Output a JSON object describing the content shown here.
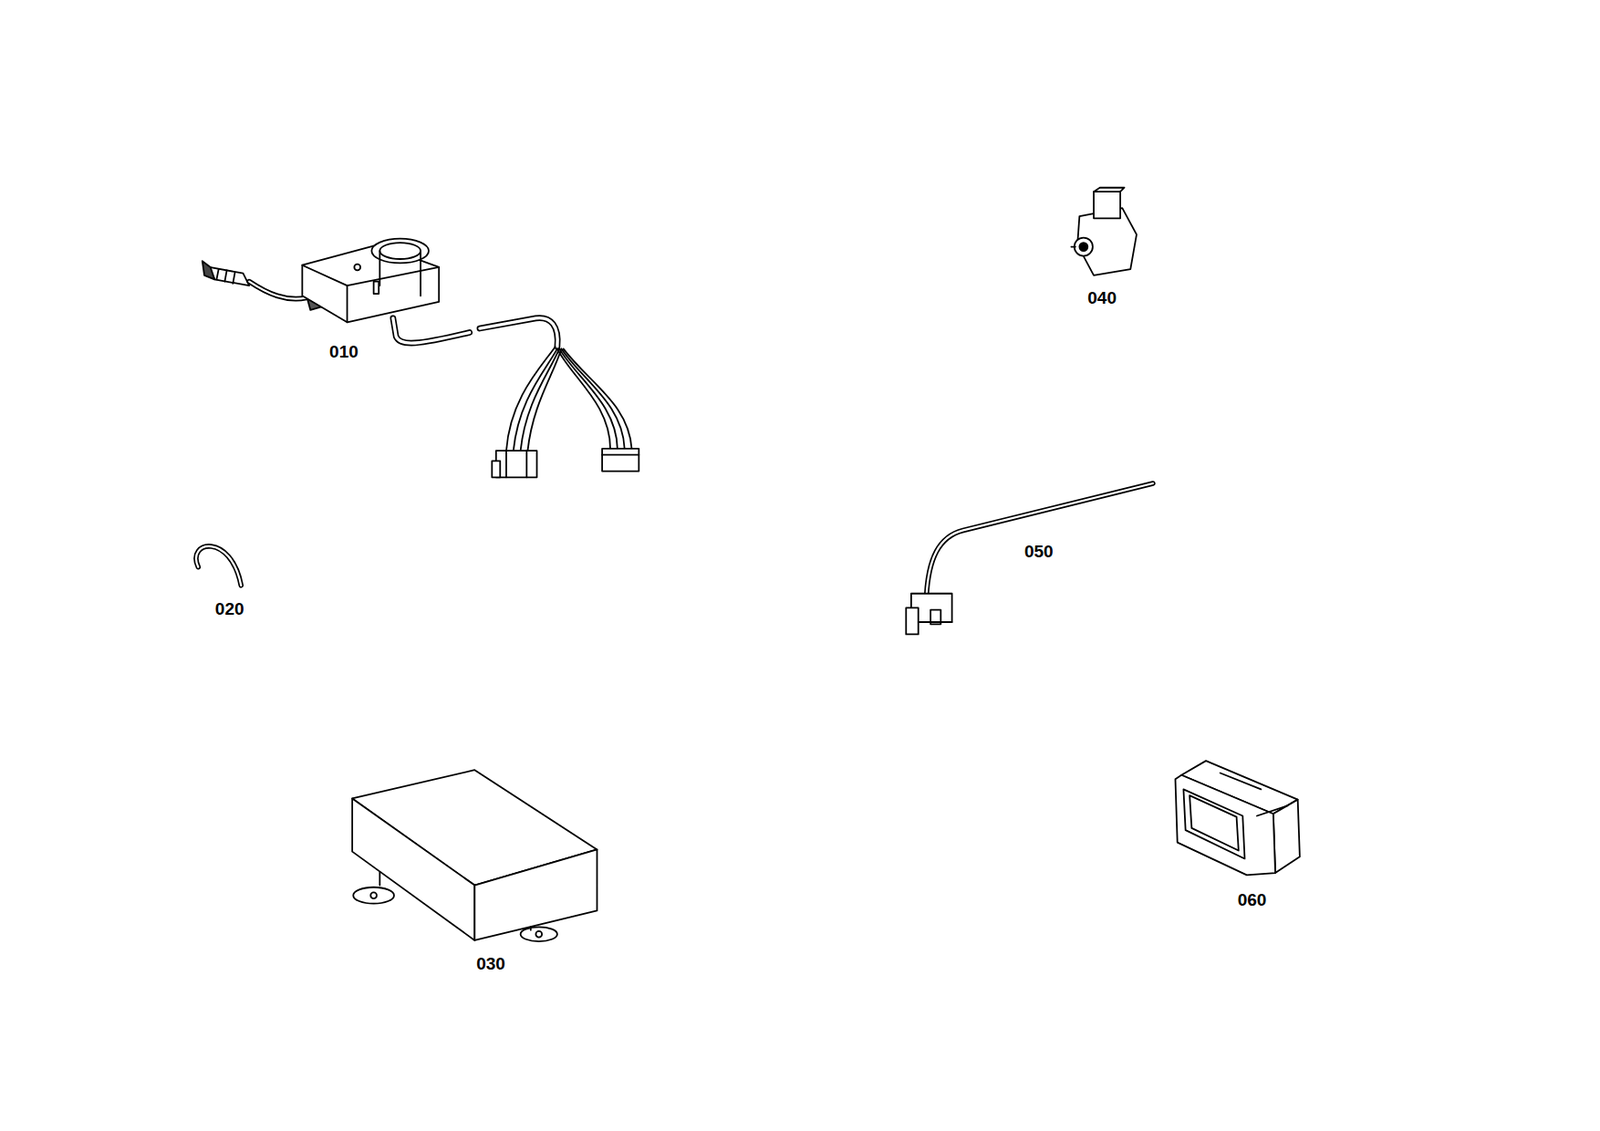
{
  "diagram": {
    "labels": [
      "010",
      "020",
      "030",
      "040",
      "050",
      "060"
    ]
  }
}
